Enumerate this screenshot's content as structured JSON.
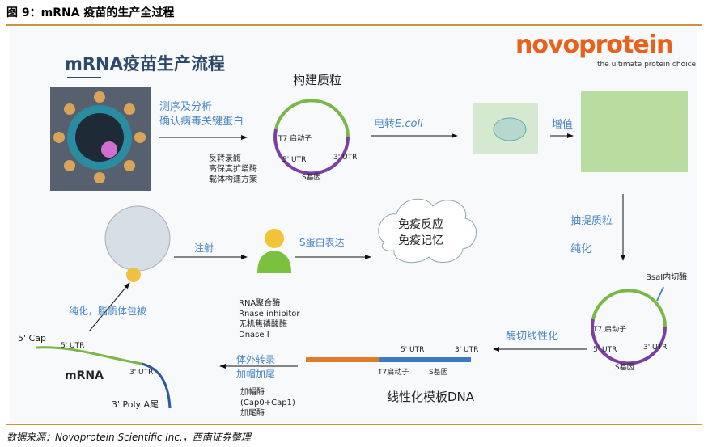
{
  "figure_title": "图 9：mRNA 疫苗的生产全过程",
  "source": "数据来源：Novoprotein Scientific Inc.，西南证券整理",
  "logo": {
    "name": "novoprotein",
    "tagline": "the ultimate protein choice",
    "color": "#e8621e"
  },
  "diagram": {
    "heading": "mRNA疫苗生产流程",
    "step1": {
      "line1": "测序及分析",
      "line2": "确认病毒关键蛋白",
      "enzymes": [
        "反转录酶",
        "高保真扩增酶",
        "载体构建方案"
      ]
    },
    "plasmid": {
      "title": "构建质粒",
      "t7": "T7 启动子",
      "utr5": "5' UTR",
      "utr3": "3' UTR",
      "gene": "S基因"
    },
    "step2": {
      "label_prefix": "电转",
      "label_italic": "E.coli"
    },
    "step3": {
      "label": "增值"
    },
    "step4": {
      "line1": "抽提质粒",
      "line2": "纯化"
    },
    "plasmid2": {
      "enzyme": "BsaI内切酶",
      "t7": "T7 启动子",
      "utr5": "5' UTR",
      "utr3": "3' UTR",
      "gene": "S基因"
    },
    "step5": {
      "label": "酶切线性化"
    },
    "linear_dna": {
      "title": "线性化模板DNA",
      "utr5": "5' UTR",
      "utr3": "3' UTR",
      "t7": "T7启动子",
      "gene": "S基因"
    },
    "ivt": {
      "enzymes": [
        "RNA聚合酶",
        "Rnase inhibitor",
        "无机焦磷酸酶",
        "Dnase I"
      ],
      "line1": "体外转录",
      "line2": "加帽加尾",
      "cap_enzymes": [
        "加帽酶",
        "(Cap0+Cap1)",
        "加尾酶"
      ]
    },
    "mrna": {
      "label": "mRNA",
      "cap": "5' Cap",
      "utr5": "5' UTR",
      "utr3": "3' UTR",
      "polya": "3' Poly A尾"
    },
    "step6": {
      "label": "纯化，脂质体包被"
    },
    "step7": {
      "label": "注射"
    },
    "step8": {
      "label": "S蛋白表达"
    },
    "immune": {
      "line1": "免疫反应",
      "line2": "免疫记忆"
    }
  },
  "colors": {
    "accent_text": "#4a86c5",
    "plasmid_green": "#7ab648",
    "plasmid_purple": "#7b3fa0",
    "dna_orange": "#e07b2a",
    "dna_blue": "#3a78c8",
    "rule": "#c8963c"
  }
}
